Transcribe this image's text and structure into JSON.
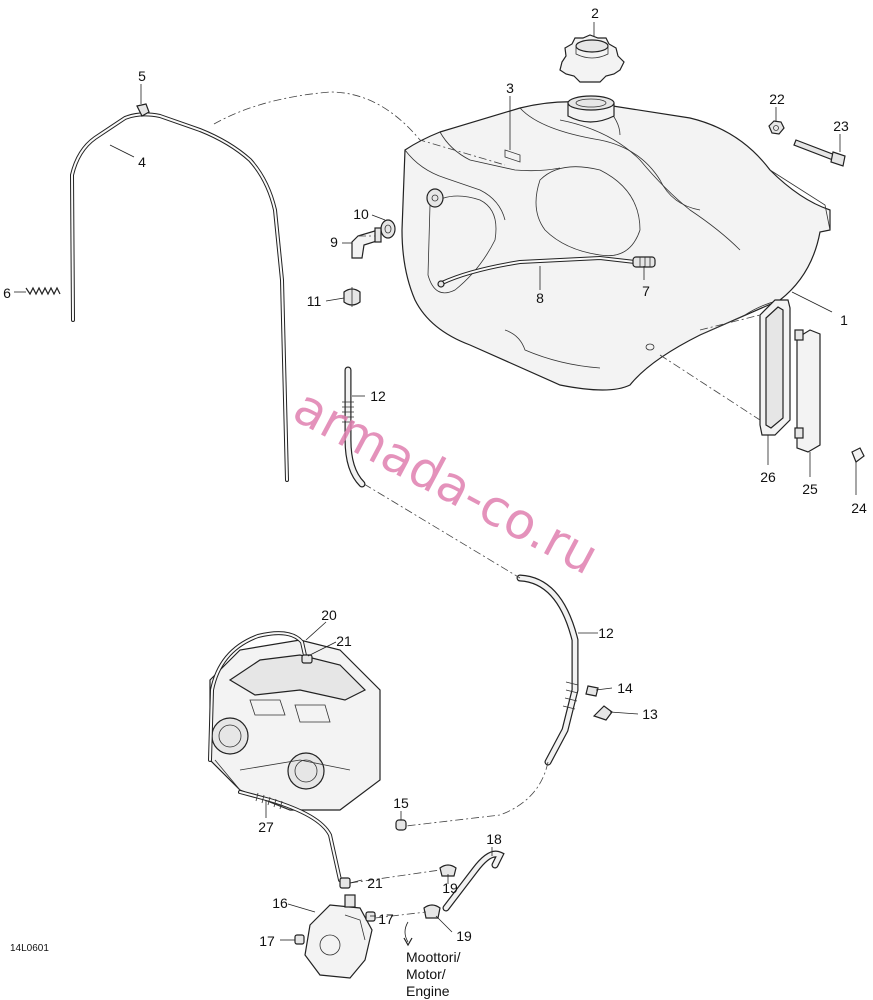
{
  "figure_code": "14L0601",
  "watermark": "armada-co.ru",
  "engine_label": [
    "Moottori/",
    "Motor/",
    "Engine"
  ],
  "callouts": {
    "c1": "1",
    "c2": "2",
    "c3": "3",
    "c4": "4",
    "c5": "5",
    "c6": "6",
    "c7": "7",
    "c8": "8",
    "c9": "9",
    "c10": "10",
    "c11": "11",
    "c12a": "12",
    "c12b": "12",
    "c13": "13",
    "c14": "14",
    "c15": "15",
    "c16": "16",
    "c17a": "17",
    "c17b": "17",
    "c18": "18",
    "c19a": "19",
    "c19b": "19",
    "c20": "20",
    "c21a": "21",
    "c21b": "21",
    "c22": "22",
    "c23": "23",
    "c24": "24",
    "c25": "25",
    "c26": "26",
    "c27": "27"
  }
}
